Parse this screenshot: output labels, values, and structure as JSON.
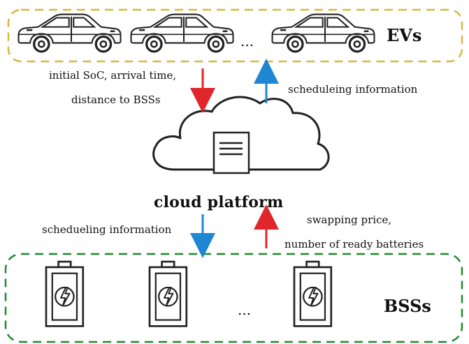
{
  "top_group": {
    "label": "EVs",
    "ellipsis": "...",
    "border_color": "#d7b83e"
  },
  "bottom_group": {
    "label": "BSSs",
    "ellipsis": "...",
    "border_color": "#1f8a2d"
  },
  "center": {
    "label": "cloud platform"
  },
  "flows": {
    "ev_to_cloud_line1": "initial SoC, arrival time,",
    "ev_to_cloud_line2": "distance to BSSs",
    "cloud_to_ev": "scheduleing information",
    "cloud_to_bss": "schedueling information",
    "bss_to_cloud_line1": "swapping price,",
    "bss_to_cloud_line2": "number of ready batteries"
  },
  "colors": {
    "red_arrow": "#e0262a",
    "blue_arrow": "#1f86d1"
  },
  "icons": {
    "car": "car-icon",
    "battery": "battery-charging-icon",
    "cloud": "cloud-icon",
    "document": "document-icon"
  }
}
